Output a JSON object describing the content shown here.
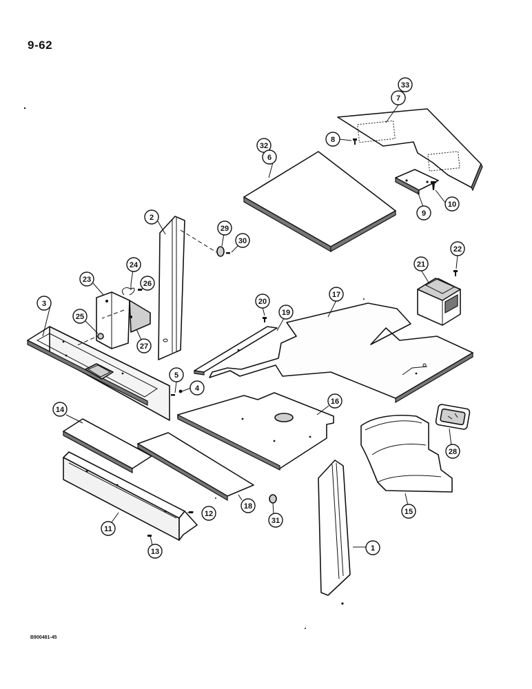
{
  "page_number": "9-62",
  "figure_code": "B900481-45",
  "callouts": [
    {
      "id": "1",
      "label": "1"
    },
    {
      "id": "2",
      "label": "2"
    },
    {
      "id": "3",
      "label": "3"
    },
    {
      "id": "4",
      "label": "4"
    },
    {
      "id": "5",
      "label": "5"
    },
    {
      "id": "6",
      "label": "6"
    },
    {
      "id": "7",
      "label": "7"
    },
    {
      "id": "8",
      "label": "8"
    },
    {
      "id": "9",
      "label": "9"
    },
    {
      "id": "10",
      "label": "10"
    },
    {
      "id": "11",
      "label": "11"
    },
    {
      "id": "12",
      "label": "12"
    },
    {
      "id": "13",
      "label": "13"
    },
    {
      "id": "14",
      "label": "14"
    },
    {
      "id": "15",
      "label": "15"
    },
    {
      "id": "16",
      "label": "16"
    },
    {
      "id": "17",
      "label": "17"
    },
    {
      "id": "18",
      "label": "18"
    },
    {
      "id": "19",
      "label": "19"
    },
    {
      "id": "20",
      "label": "20"
    },
    {
      "id": "21",
      "label": "21"
    },
    {
      "id": "22",
      "label": "22"
    },
    {
      "id": "23",
      "label": "23"
    },
    {
      "id": "24",
      "label": "24"
    },
    {
      "id": "25",
      "label": "25"
    },
    {
      "id": "26",
      "label": "26"
    },
    {
      "id": "27",
      "label": "27"
    },
    {
      "id": "28",
      "label": "28"
    },
    {
      "id": "29",
      "label": "29"
    },
    {
      "id": "30",
      "label": "30"
    },
    {
      "id": "31",
      "label": "31"
    },
    {
      "id": "32",
      "label": "32"
    },
    {
      "id": "33",
      "label": "33"
    }
  ]
}
